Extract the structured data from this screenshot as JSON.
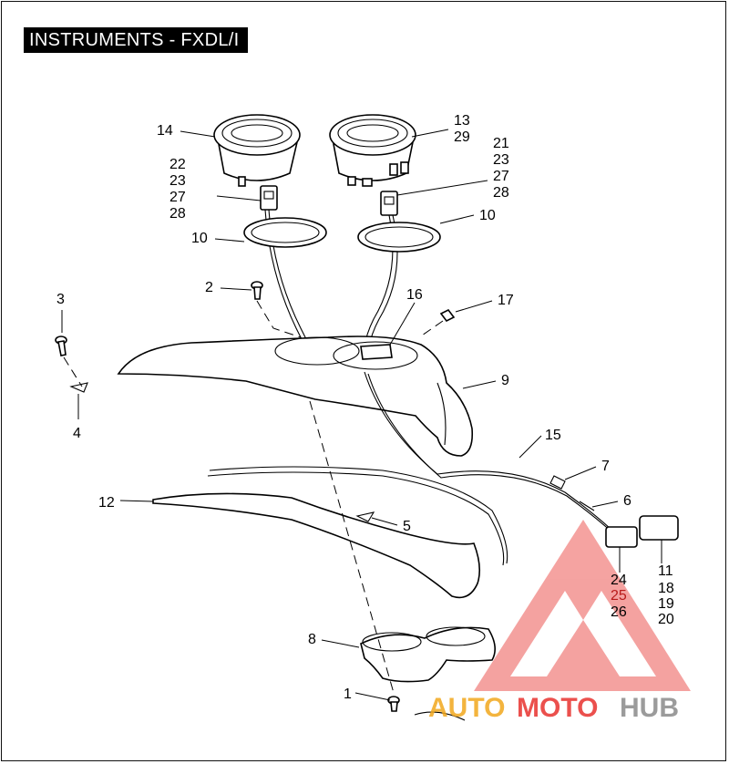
{
  "title": "INSTRUMENTS - FXDL/I",
  "callouts": {
    "c14": "14",
    "c13": "13",
    "c29": "29",
    "c22": "22",
    "c23a": "23",
    "c27a": "27",
    "c28a": "28",
    "c21": "21",
    "c23b": "23",
    "c27b": "27",
    "c28b": "28",
    "c10a": "10",
    "c10b": "10",
    "c2": "2",
    "c3": "3",
    "c4": "4",
    "c16": "16",
    "c17": "17",
    "c9": "9",
    "c15": "15",
    "c7": "7",
    "c6": "6",
    "c12": "12",
    "c5": "5",
    "c11": "11",
    "c18": "18",
    "c19": "19",
    "c20": "20",
    "c24": "24",
    "c25": "25",
    "c26": "26",
    "c8": "8",
    "c1": "1"
  },
  "watermark": {
    "part1": "AUTO",
    "part2": "MOTO",
    "part3": "HUB",
    "color_main": "#e8322f",
    "color_gold": "#f2a81d",
    "color_gray": "#8a8a8a"
  }
}
